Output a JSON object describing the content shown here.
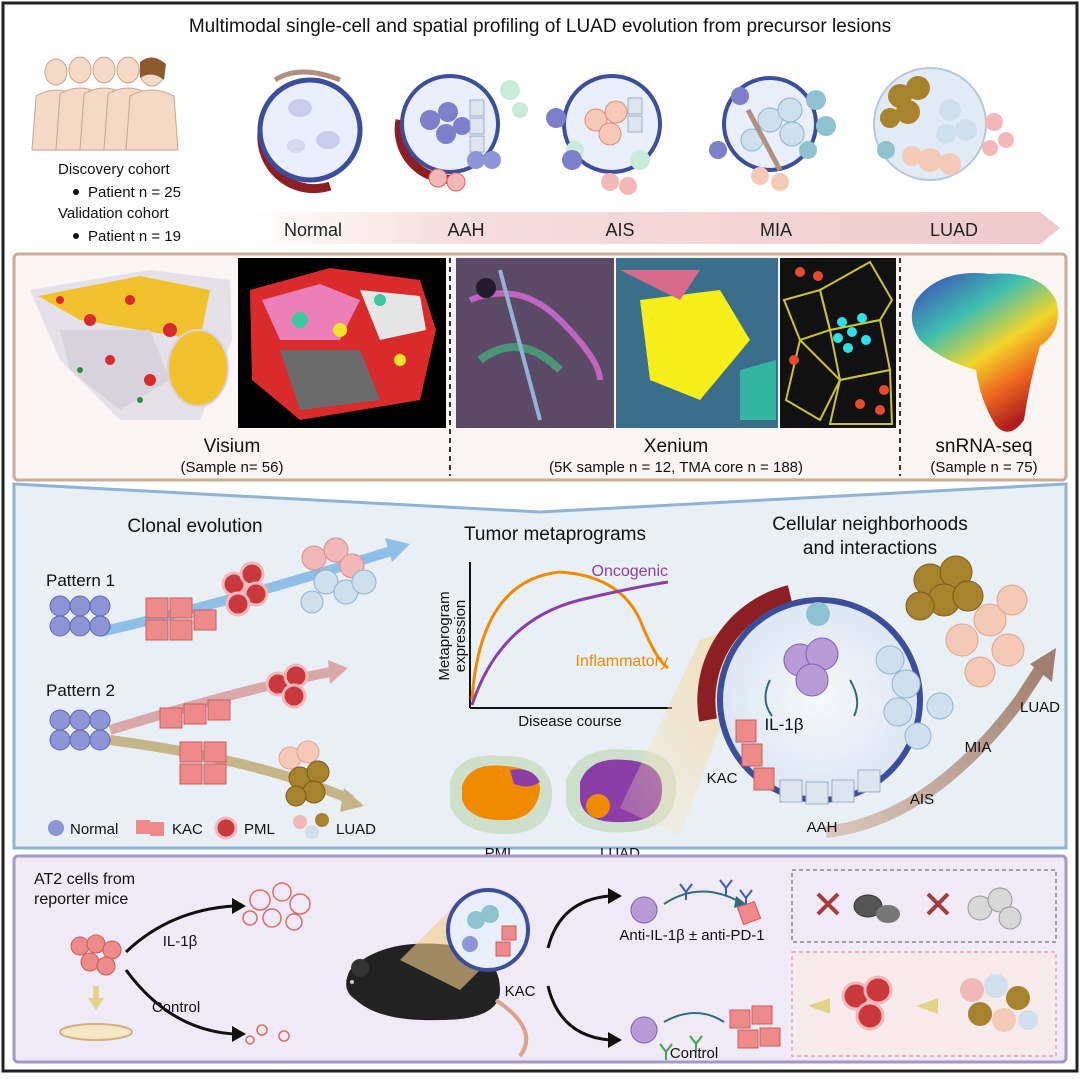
{
  "title": "Multimodal single-cell and spatial profiling of LUAD evolution from precursor lesions",
  "cohorts": {
    "discovery_label": "Discovery cohort",
    "discovery_n": "Patient n = 25",
    "validation_label": "Validation cohort",
    "validation_n": "Patient n = 19"
  },
  "stages": [
    "Normal",
    "AAH",
    "AIS",
    "MIA",
    "LUAD"
  ],
  "profiling": {
    "visium_label": "Visium",
    "visium_n": "(Sample n= 56)",
    "xenium_label": "Xenium",
    "xenium_n": "(5K sample n = 12, TMA core n = 188)",
    "snrna_label": "snRNA-seq",
    "snrna_n": "(Sample n = 75)"
  },
  "clonal": {
    "title": "Clonal evolution",
    "pattern1": "Pattern 1",
    "pattern2": "Pattern 2",
    "legend": [
      "Normal",
      "KAC",
      "PML",
      "LUAD"
    ]
  },
  "metaprograms": {
    "title": "Tumor metaprograms",
    "ylabel_line1": "Metaprogram",
    "ylabel_line2": "expression",
    "xlabel": "Disease course",
    "oncogenic": "Oncogenic",
    "inflammatory": "Inflammatory",
    "blob_pml": "PML",
    "blob_luad": "LUAD"
  },
  "neighborhoods": {
    "title_line1": "Cellular neighborhoods",
    "title_line2": "and interactions",
    "il1b": "IL-1β",
    "kac": "KAC",
    "aah": "AAH",
    "ais": "AIS",
    "mia": "MIA",
    "luad": "LUAD"
  },
  "experiment": {
    "at2_line1": "AT2 cells from",
    "at2_line2": "reporter mice",
    "il1b": "IL-1β",
    "control": "Control",
    "kac": "KAC",
    "treatment": "Anti-IL-1β ± anti-PD-1",
    "control2": "Control"
  },
  "colors": {
    "normal_cell": "#8e95d6",
    "kac_cell": "#ef8a8a",
    "pml_cell": "#c9383d",
    "luad_brown": "#a8832d",
    "oncogenic": "#8b3fa6",
    "inflammatory": "#f08a00",
    "panel_blue": "#e8f0f6",
    "panel_purple": "#efeaf6",
    "panel_border_tan": "#c9ad9a",
    "panel_border_blue": "#8fb3d4",
    "panel_border_purple": "#a597c9"
  }
}
